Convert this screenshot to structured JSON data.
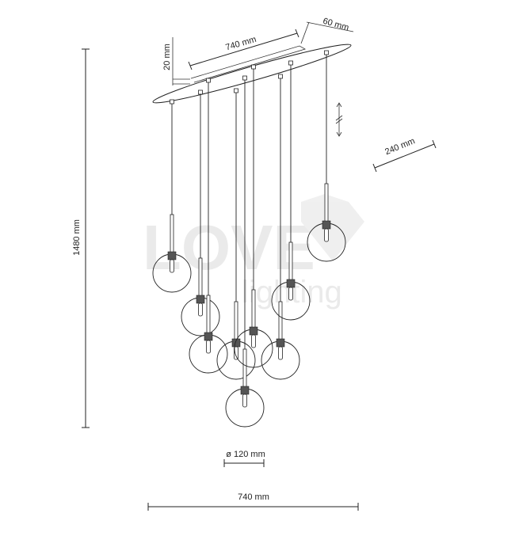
{
  "drawing": {
    "dimensions": {
      "height_total": "1480 mm",
      "canopy_length": "740 mm",
      "canopy_width": "60 mm",
      "canopy_height": "20 mm",
      "depth": "240 mm",
      "globe_diameter": "ø 120 mm",
      "overall_width": "740 mm"
    },
    "watermark": {
      "word1": "LOVE",
      "word2": "lighting"
    }
  }
}
